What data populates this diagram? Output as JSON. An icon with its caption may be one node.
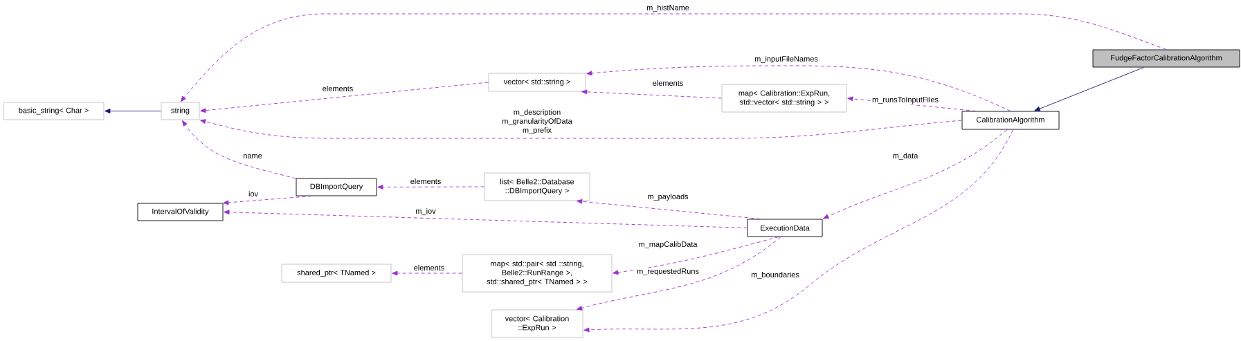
{
  "diagram": {
    "nodes": [
      {
        "text": [
          "FudgeFactorCalibrationAlgorithm"
        ]
      },
      {
        "text": [
          "CalibrationAlgorithm"
        ]
      },
      {
        "text": [
          "string"
        ]
      },
      {
        "text": [
          "basic_string< Char >"
        ]
      },
      {
        "text": [
          "vector< std::string >"
        ]
      },
      {
        "text": [
          "map< Calibration::ExpRun, std::vector< std::string > >"
        ]
      },
      {
        "text": [
          "DBImportQuery"
        ]
      },
      {
        "text": [
          "IntervalOfValidity"
        ]
      },
      {
        "text": [
          "list< Belle2::Database ::DBImportQuery >"
        ]
      },
      {
        "text": [
          "ExecutionData"
        ]
      },
      {
        "text": [
          "shared_ptr< TNamed >"
        ]
      },
      {
        "text": [
          "map< std::pair< std ::string, Belle2::RunRange >, std::shared_ptr< TNamed > >"
        ]
      },
      {
        "text": [
          "vector< Calibration ::ExpRun >"
        ]
      }
    ],
    "edges": [
      {
        "from": 0,
        "to": 1,
        "arrow": "to",
        "color": "#191970"
      },
      {
        "from": 0,
        "to": 2,
        "arrow": "to",
        "style": "dashed",
        "label": "m_histName"
      },
      {
        "from": 2,
        "to": 3,
        "arrow": "to",
        "color": "#191970"
      },
      {
        "from": 4,
        "to": 2,
        "arrow": "to",
        "style": "dashed",
        "label": "elements"
      },
      {
        "from": 1,
        "to": 4,
        "arrow": "to",
        "style": "dashed",
        "label": "m_inputFileNames"
      },
      {
        "from": 5,
        "to": 4,
        "arrow": "to",
        "style": "dashed",
        "label": "elements"
      },
      {
        "from": 1,
        "to": 5,
        "arrow": "to",
        "style": "dashed",
        "label": "m_runsToInputFiles"
      },
      {
        "from": 1,
        "to": 2,
        "arrow": "to",
        "style": "dashed",
        "label": "m_description m_granularityOfData m_prefix"
      },
      {
        "from": 6,
        "to": 2,
        "arrow": "to",
        "style": "dashed",
        "label": "name"
      },
      {
        "from": 6,
        "to": 7,
        "arrow": "to",
        "style": "dashed",
        "label": "iov"
      },
      {
        "from": 8,
        "to": 6,
        "arrow": "to",
        "style": "dashed",
        "label": "elements"
      },
      {
        "from": 9,
        "to": 8,
        "arrow": "to",
        "style": "dashed",
        "label": "m_payloads"
      },
      {
        "from": 9,
        "to": 7,
        "arrow": "to",
        "style": "dashed",
        "label": "m_iov"
      },
      {
        "from": 1,
        "to": 9,
        "arrow": "to",
        "style": "dashed",
        "label": "m_data"
      },
      {
        "from": 11,
        "to": 10,
        "arrow": "to",
        "style": "dashed",
        "label": "elements"
      },
      {
        "from": 9,
        "to": 11,
        "arrow": "to",
        "style": "dashed",
        "label": "m_mapCalibData"
      },
      {
        "from": 9,
        "to": 12,
        "arrow": "to",
        "style": "dashed",
        "label": "m_requestedRuns"
      },
      {
        "from": 1,
        "to": 12,
        "arrow": "to",
        "style": "dashed",
        "label": "m_boundaries"
      }
    ]
  }
}
